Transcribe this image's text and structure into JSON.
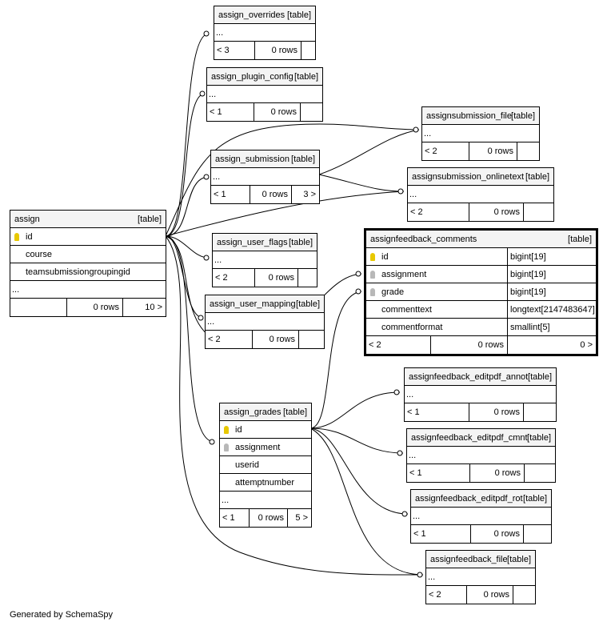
{
  "credit": "Generated by SchemaSpy",
  "tables": {
    "assign": {
      "name": "assign",
      "kind": "[table]",
      "columns": [
        {
          "name": "id",
          "key": "pk"
        },
        {
          "name": "course",
          "key": ""
        },
        {
          "name": "teamsubmissiongroupingid",
          "key": ""
        }
      ],
      "more": "...",
      "foot": [
        "",
        "0 rows",
        "10 >"
      ]
    },
    "assign_overrides": {
      "name": "assign_overrides",
      "kind": "[table]",
      "more": "...",
      "foot": [
        "< 3",
        "0 rows",
        ""
      ]
    },
    "assign_plugin_config": {
      "name": "assign_plugin_config",
      "kind": "[table]",
      "more": "...",
      "foot": [
        "< 1",
        "0 rows",
        ""
      ]
    },
    "assign_submission": {
      "name": "assign_submission",
      "kind": "[table]",
      "more": "...",
      "foot": [
        "< 1",
        "0 rows",
        "3 >"
      ]
    },
    "assign_user_flags": {
      "name": "assign_user_flags",
      "kind": "[table]",
      "more": "...",
      "foot": [
        "< 2",
        "0 rows",
        ""
      ]
    },
    "assign_user_mapping": {
      "name": "assign_user_mapping",
      "kind": "[table]",
      "more": "...",
      "foot": [
        "< 2",
        "0 rows",
        ""
      ]
    },
    "assign_grades": {
      "name": "assign_grades",
      "kind": "[table]",
      "columns": [
        {
          "name": "id",
          "key": "pk"
        },
        {
          "name": "assignment",
          "key": "fk"
        },
        {
          "name": "userid",
          "key": ""
        },
        {
          "name": "attemptnumber",
          "key": ""
        }
      ],
      "more": "...",
      "foot": [
        "< 1",
        "0 rows",
        "5 >"
      ]
    },
    "assignsubmission_file": {
      "name": "assignsubmission_file",
      "kind": "[table]",
      "more": "...",
      "foot": [
        "< 2",
        "0 rows",
        ""
      ]
    },
    "assignsubmission_onlinetext": {
      "name": "assignsubmission_onlinetext",
      "kind": "[table]",
      "more": "...",
      "foot": [
        "< 2",
        "0 rows",
        ""
      ]
    },
    "assignfeedback_comments": {
      "name": "assignfeedback_comments",
      "kind": "[table]",
      "columns": [
        {
          "name": "id",
          "key": "pk",
          "type": "bigint[19]"
        },
        {
          "name": "assignment",
          "key": "fk",
          "type": "bigint[19]"
        },
        {
          "name": "grade",
          "key": "fk",
          "type": "bigint[19]"
        },
        {
          "name": "commenttext",
          "key": "",
          "type": "longtext[2147483647]"
        },
        {
          "name": "commentformat",
          "key": "",
          "type": "smallint[5]"
        }
      ],
      "foot": [
        "< 2",
        "0 rows",
        "0 >"
      ]
    },
    "assignfeedback_editpdf_annot": {
      "name": "assignfeedback_editpdf_annot",
      "kind": "[table]",
      "more": "...",
      "foot": [
        "< 1",
        "0 rows",
        ""
      ]
    },
    "assignfeedback_editpdf_cmnt": {
      "name": "assignfeedback_editpdf_cmnt",
      "kind": "[table]",
      "more": "...",
      "foot": [
        "< 1",
        "0 rows",
        ""
      ]
    },
    "assignfeedback_editpdf_rot": {
      "name": "assignfeedback_editpdf_rot",
      "kind": "[table]",
      "more": "...",
      "foot": [
        "< 1",
        "0 rows",
        ""
      ]
    },
    "assignfeedback_file": {
      "name": "assignfeedback_file",
      "kind": "[table]",
      "more": "...",
      "foot": [
        "< 2",
        "0 rows",
        ""
      ]
    }
  }
}
